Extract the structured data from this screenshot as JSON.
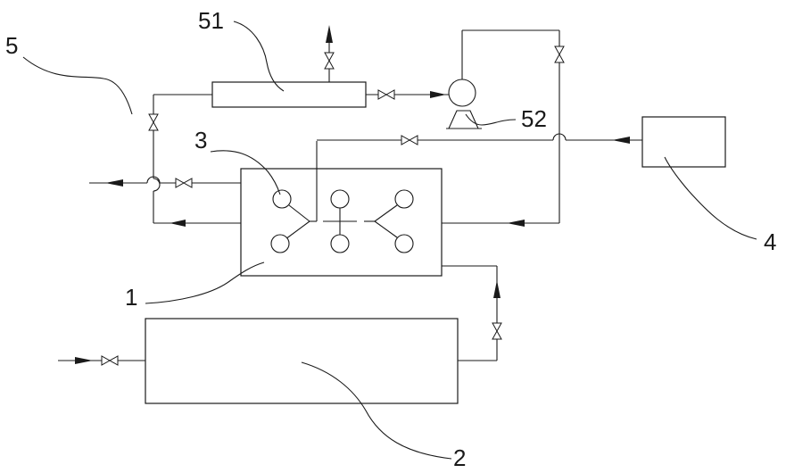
{
  "labels": {
    "reactor": "1",
    "tank": "2",
    "nozzle": "3",
    "supply": "4",
    "recovery_unit": "5",
    "condenser": "51",
    "vacuum_pump": "52"
  }
}
